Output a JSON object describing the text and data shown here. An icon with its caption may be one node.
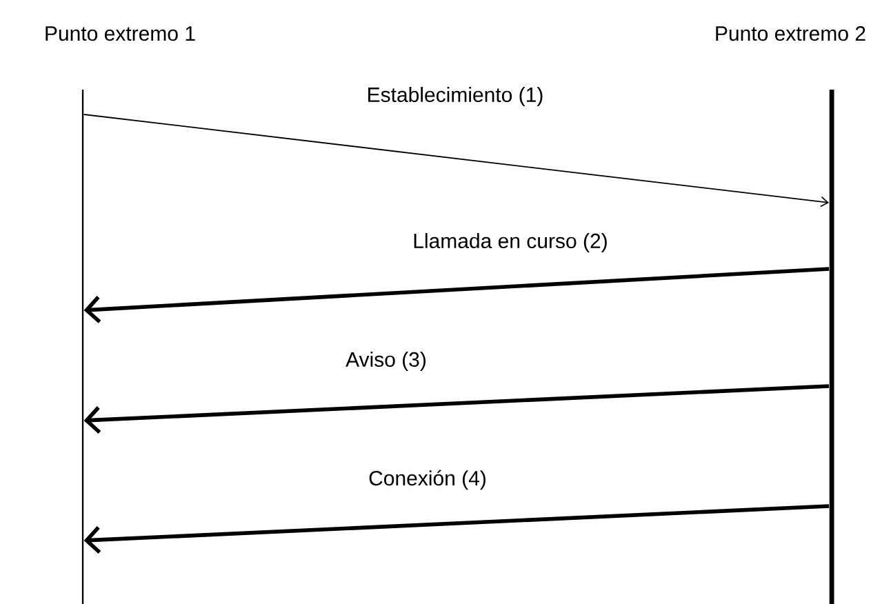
{
  "diagram": {
    "nodes": [
      {
        "text": [
          "Punto extremo 1"
        ]
      },
      {
        "text": [
          "Punto extremo 2"
        ]
      }
    ],
    "edges": [
      {
        "from": 0,
        "to": 1,
        "arrow": "to",
        "label": "Establecimiento (1)"
      },
      {
        "from": 1,
        "to": 0,
        "arrow": "to",
        "label": "Llamada en curso (2)"
      },
      {
        "from": 1,
        "to": 0,
        "arrow": "to",
        "label": "Aviso (3)"
      },
      {
        "from": 1,
        "to": 0,
        "arrow": "to",
        "label": "Conexión (4)"
      }
    ]
  }
}
